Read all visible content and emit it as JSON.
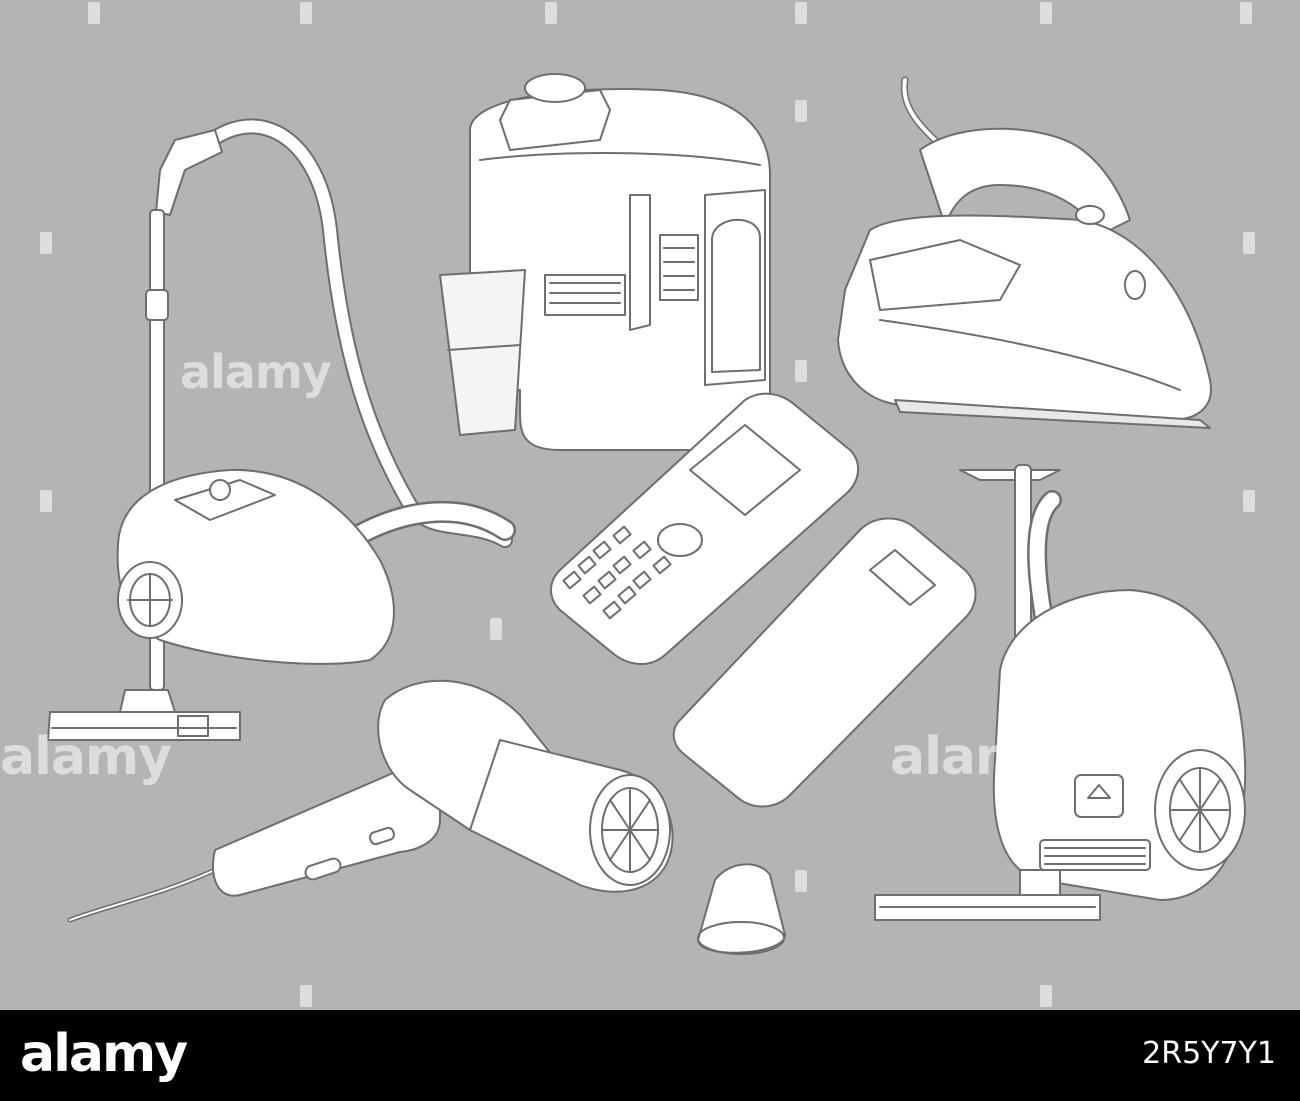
{
  "watermark": {
    "brand": "alamy",
    "color": "#ffffff"
  },
  "footer": {
    "logo": "alamy",
    "image_id": "2R5Y7Y1",
    "background": "#000000",
    "text_color": "#ffffff"
  },
  "illustration": {
    "background": "#b4b4b4",
    "line_color": "#6e6e6e",
    "fill_color": "#ffffff",
    "items": [
      "vacuum-cleaner-left",
      "juicer",
      "steam-iron",
      "mobile-phone-front",
      "mobile-phone-back",
      "hair-dryer",
      "hair-dryer-nozzle",
      "vacuum-cleaner-right"
    ]
  }
}
